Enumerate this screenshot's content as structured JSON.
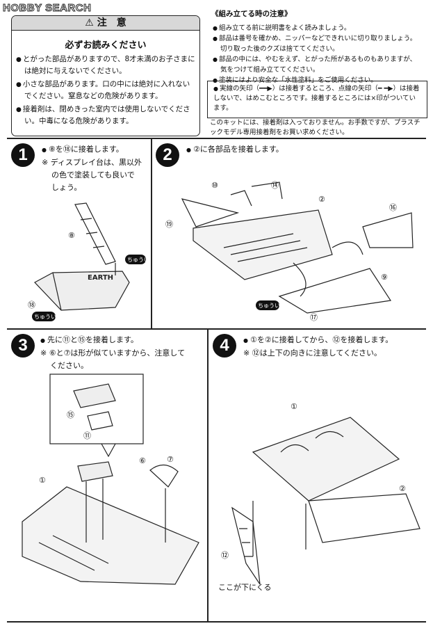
{
  "watermark": "HOBBY SEARCH",
  "caution": {
    "title": "注　意",
    "subtitle": "必ずお読みください",
    "items": [
      "とがった部品がありますので、8才未満のお子さまには絶対に与えないでください。",
      "小さな部品があります。口の中には絶対に入れないでください。窒息などの危険があります。",
      "接着剤は、閉めきった室内では使用しないでください。中毒になる危険があります。"
    ]
  },
  "notice": {
    "title": "《組み立てる時の注意》",
    "items": [
      "組み立てる前に説明書をよく読みましょう。",
      "部品は番号を確かめ、ニッパーなどできれいに切り取りましょう。切り取った後のクズは捨ててください。",
      "部品の中には、やむをえず、とがった所があるものもありますが、気をつけて組み立ててください。",
      "塗装にはより安全な「水性塗料」をご使用ください。"
    ],
    "arrow_note": "実線の矢印（━━▶）は接着するところ、点線の矢印（━ ━▶）は接着しないで、はめこむところです。接着するところには×印がついています。",
    "final_note": "このキットには、接着剤は入っておりません。お手数ですが、プラスチックモデル専用接着剤をお買い求めください。"
  },
  "steps": [
    {
      "num": "1",
      "lines": [
        "⑧を⑱に接着します。",
        "※ ディスプレイ台は、黒以外",
        "の色で塗装しても良いで",
        "しょう。"
      ]
    },
    {
      "num": "2",
      "lines": [
        "②に各部品を接着します。"
      ]
    },
    {
      "num": "3",
      "lines": [
        "先に⑪と⑮を接着します。",
        "※ ⑥と⑦は形が似ていますから、注意して",
        "ください。"
      ]
    },
    {
      "num": "4",
      "lines": [
        "①を②に接着してから、⑫を接着します。",
        "※ ⑫は上下の向きに注意してください。"
      ]
    }
  ],
  "callouts": {
    "s1": [
      "⑧",
      "⑱"
    ],
    "s2": [
      "⑩",
      "⑭",
      "②",
      "⑯",
      "⑲",
      "⑨",
      "⑰"
    ],
    "s3": [
      "⑮",
      "⑪",
      "⑥",
      "⑦",
      "①"
    ],
    "s4": [
      "①",
      "②",
      "⑫"
    ]
  },
  "tags": {
    "chuui": "ちゅうい"
  },
  "bottom_label": "ここが下にくる"
}
